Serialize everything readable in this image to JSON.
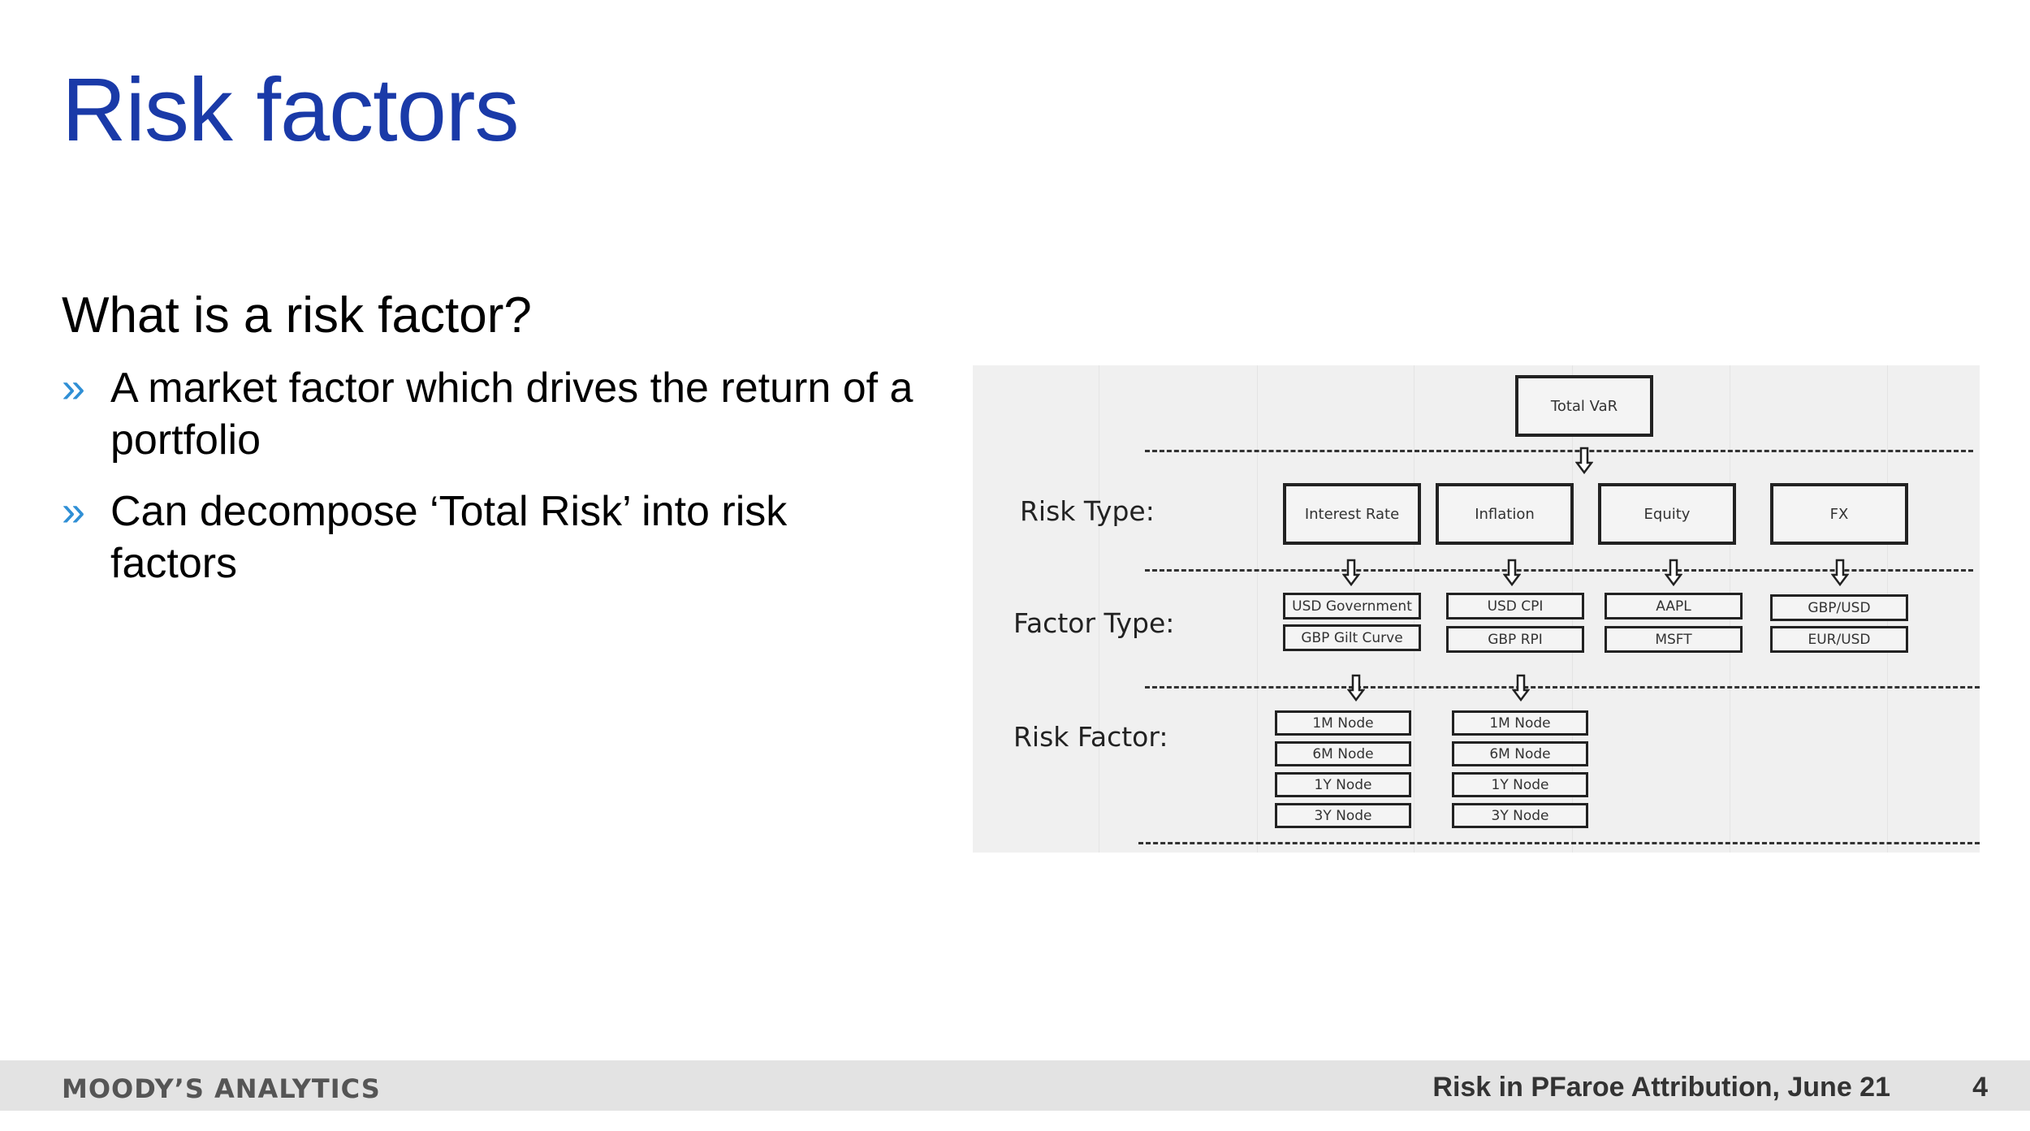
{
  "slide": {
    "title": "Risk factors",
    "subtitle": "What is a risk factor?",
    "bullet_marker": "»",
    "bullets": [
      {
        "line1": "A market factor which drives the return of a",
        "line2": "portfolio"
      },
      {
        "line1": "Can decompose ‘Total Risk’ into risk",
        "line2": "factors"
      }
    ]
  },
  "diagram": {
    "top": "Total VaR",
    "row_labels": {
      "risk_type": "Risk Type:",
      "factor_type": "Factor Type:",
      "risk_factor": "Risk Factor:"
    },
    "risk_types": [
      "Interest Rate",
      "Inflation",
      "Equity",
      "FX"
    ],
    "factor_types": {
      "interest_rate": [
        "USD Government",
        "GBP Gilt Curve"
      ],
      "inflation": [
        "USD CPI",
        "GBP RPI"
      ],
      "equity": [
        "AAPL",
        "MSFT"
      ],
      "fx": [
        "GBP/USD",
        "EUR/USD"
      ]
    },
    "risk_factors": {
      "interest_rate": [
        "1M Node",
        "6M Node",
        "1Y Node",
        "3Y Node"
      ],
      "inflation": [
        "1M Node",
        "6M Node",
        "1Y Node",
        "3Y Node"
      ]
    }
  },
  "footer": {
    "brand": "MOODY’S ANALYTICS",
    "presentation": "Risk in PFaroe Attribution, June 21",
    "page": "4"
  }
}
